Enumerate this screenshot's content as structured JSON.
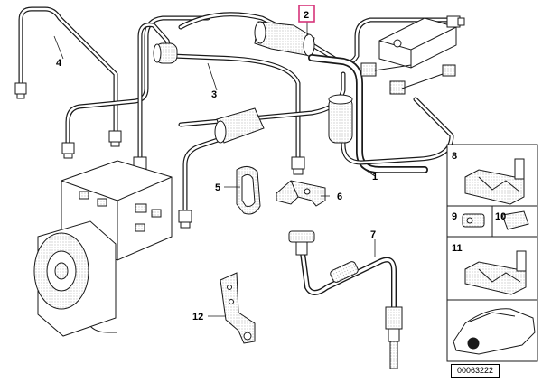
{
  "callouts": {
    "c1": "1",
    "c2": "2",
    "c3": "3",
    "c4": "4",
    "c5": "5",
    "c6": "6",
    "c7": "7",
    "c8": "8",
    "c9": "9",
    "c10": "10",
    "c11": "11",
    "c12": "12"
  },
  "highlighted_callout": "2",
  "highlight_color": "#d6337a",
  "line_color": "#1a1a1a",
  "reference_number": "00063222"
}
